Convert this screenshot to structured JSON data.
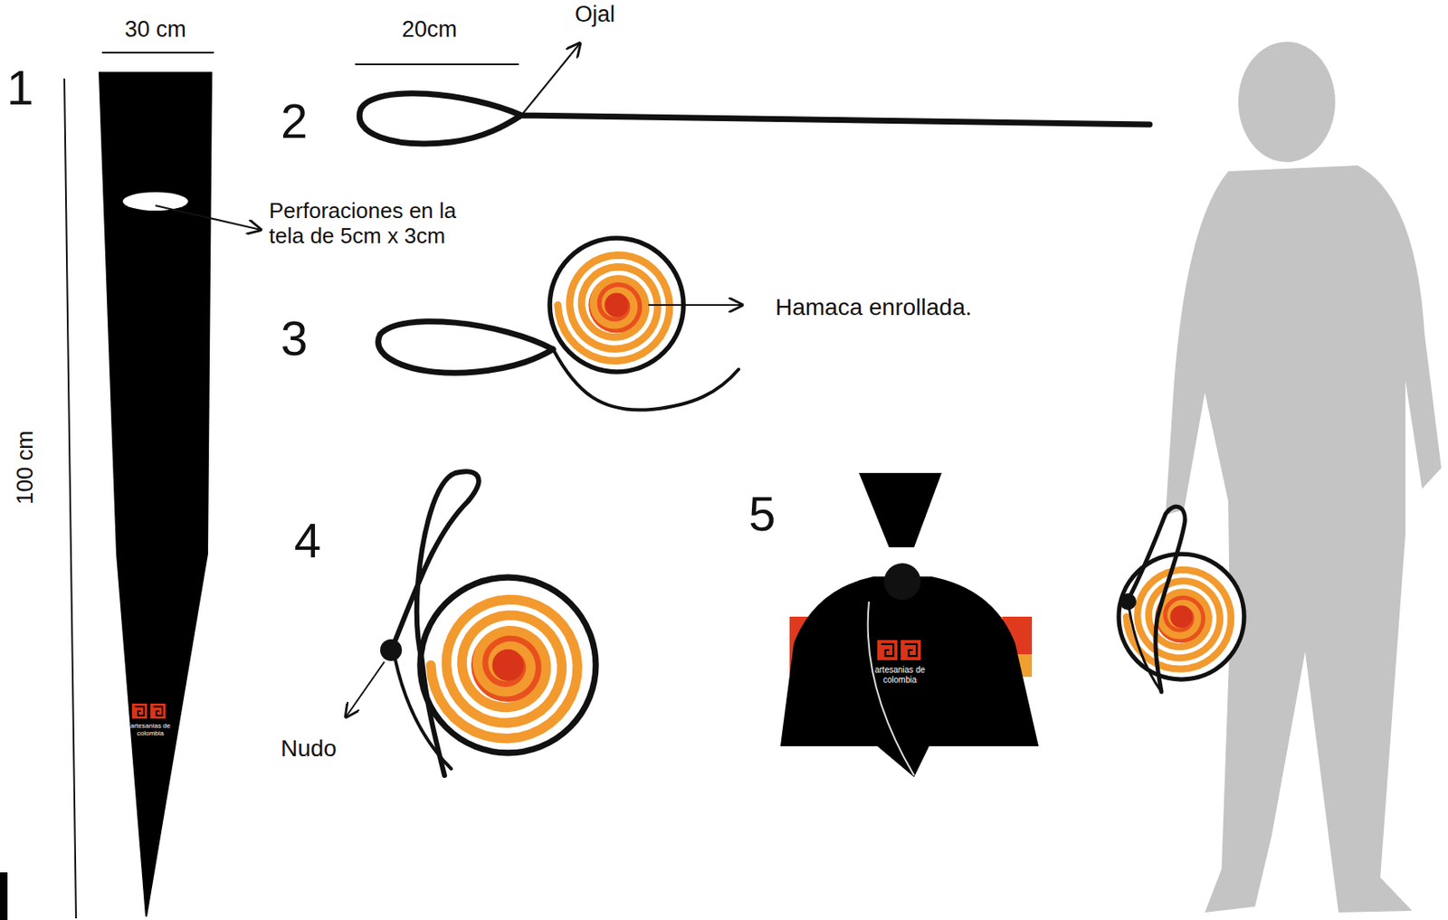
{
  "diagram": {
    "labels": [
      "30 cm",
      "20cm",
      "Ojal",
      "1",
      "2",
      "Perforaciones en la tela de 5cm x 3cm",
      "3",
      "Hamaca enrollada.",
      "100 cm",
      "4",
      "Nudo",
      "5",
      "artesanias de colombia",
      "artesanias de colombia"
    ]
  }
}
